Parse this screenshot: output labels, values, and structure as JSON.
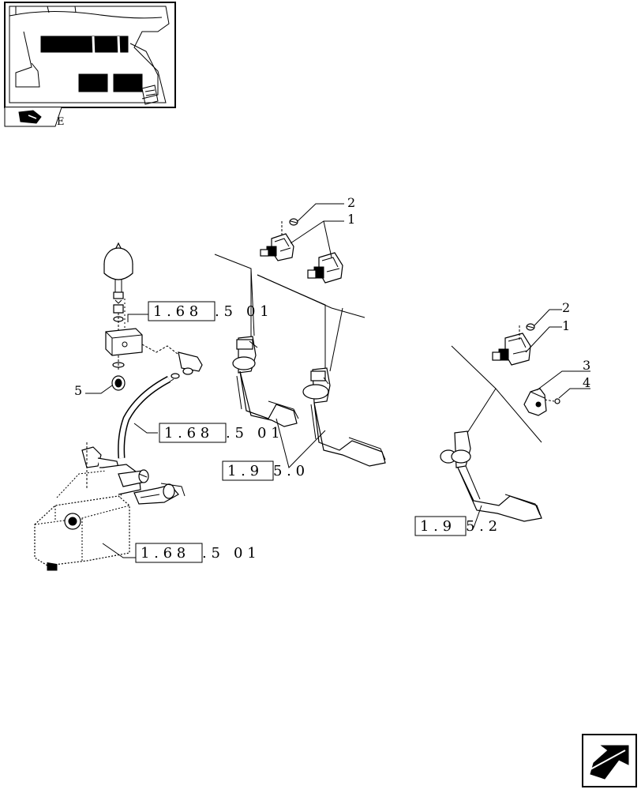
{
  "thumbnail": {
    "nav_label": "E",
    "icon": "book-hand-icon"
  },
  "callouts": [
    {
      "id": "c2a",
      "text": "2"
    },
    {
      "id": "c1a",
      "text": "1"
    },
    {
      "id": "c2b",
      "text": "2"
    },
    {
      "id": "c1b",
      "text": "1"
    },
    {
      "id": "c3",
      "text": "3"
    },
    {
      "id": "c4",
      "text": "4"
    },
    {
      "id": "c5",
      "text": "5"
    }
  ],
  "references": [
    {
      "id": "r1",
      "boxed": "1 . 6 8",
      "rest": ". 5   0 1"
    },
    {
      "id": "r2",
      "boxed": "1 . 6 8",
      "rest": ". 5   0 1"
    },
    {
      "id": "r3",
      "boxed": "1 . 9",
      "rest": "5 . 0"
    },
    {
      "id": "r4",
      "boxed": "1 . 9",
      "rest": "5 . 2"
    },
    {
      "id": "r5",
      "boxed": "1 . 6 8",
      "rest": ". 5   0 1"
    }
  ],
  "navigation": {
    "next_icon": "arrow-next-icon"
  }
}
